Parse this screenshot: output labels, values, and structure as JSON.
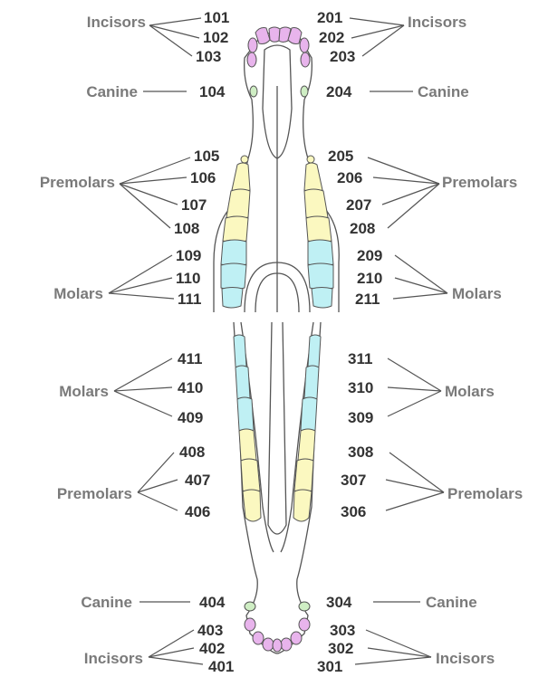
{
  "upper": {
    "left": {
      "incisors_label": "Incisors",
      "canine_label": "Canine",
      "premolars_label": "Premolars",
      "molars_label": "Molars",
      "numbers": [
        "101",
        "102",
        "103",
        "104",
        "105",
        "106",
        "107",
        "108",
        "109",
        "110",
        "111"
      ]
    },
    "right": {
      "incisors_label": "Incisors",
      "canine_label": "Canine",
      "premolars_label": "Premolars",
      "molars_label": "Molars",
      "numbers": [
        "201",
        "202",
        "203",
        "204",
        "205",
        "206",
        "207",
        "208",
        "209",
        "210",
        "211"
      ]
    }
  },
  "lower": {
    "left": {
      "molars_label": "Molars",
      "premolars_label": "Premolars",
      "canine_label": "Canine",
      "incisors_label": "Incisors",
      "numbers": [
        "411",
        "410",
        "409",
        "408",
        "407",
        "406",
        "404",
        "403",
        "402",
        "401"
      ]
    },
    "right": {
      "molars_label": "Molars",
      "premolars_label": "Premolars",
      "canine_label": "Canine",
      "incisors_label": "Incisors",
      "numbers": [
        "311",
        "310",
        "309",
        "308",
        "307",
        "306",
        "304",
        "303",
        "302",
        "301"
      ]
    }
  },
  "colors": {
    "incisor": "#e8b4ec",
    "canine": "#cfeec4",
    "premolar": "#fbf8c0",
    "molar": "#bff0f4",
    "outline": "#555555",
    "label_text": "#7a7a7a",
    "number_text": "#333333"
  }
}
